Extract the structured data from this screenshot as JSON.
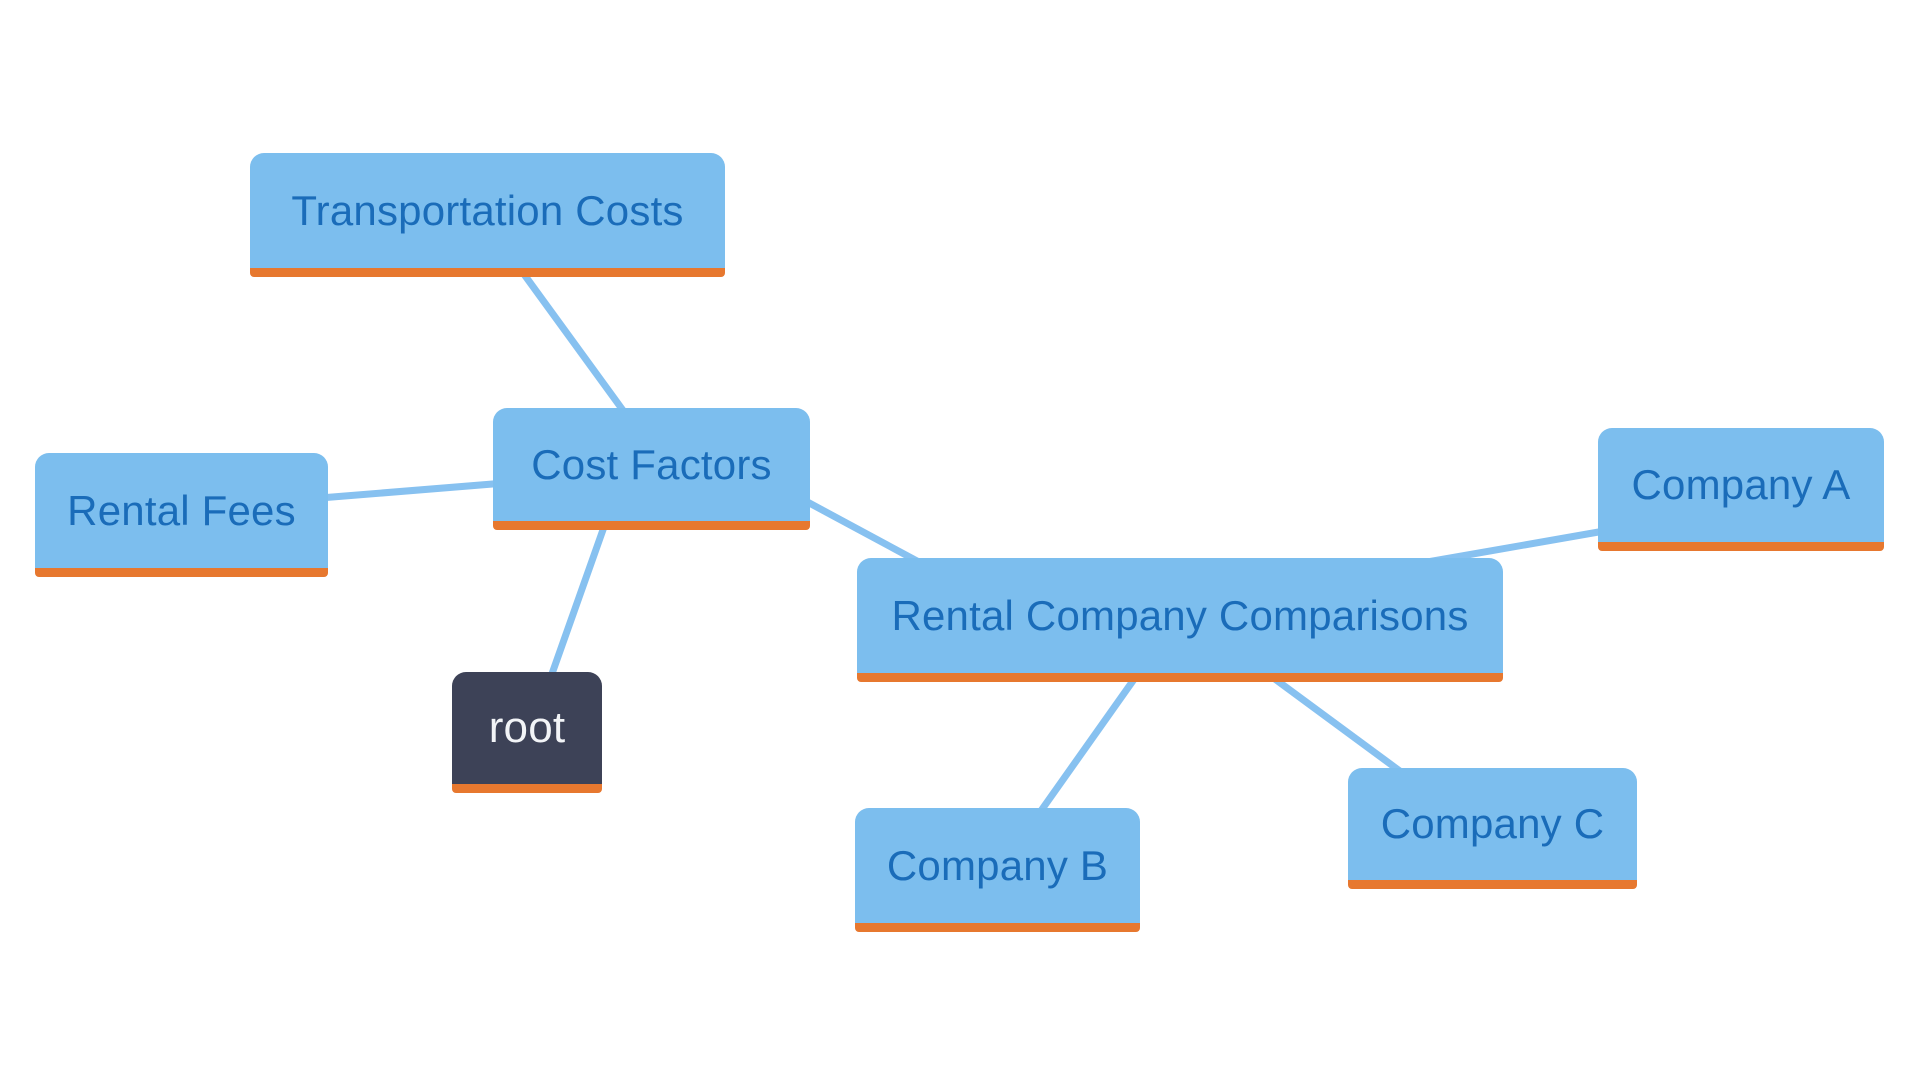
{
  "diagram": {
    "type": "mindmap",
    "background_color": "#ffffff",
    "colors": {
      "node_fill": "#7cbeee",
      "node_text": "#1a6cb9",
      "node_underline": "#e7782f",
      "root_fill": "#3d4257",
      "root_text": "#f2f4f7",
      "edge": "#87c1f0"
    },
    "nodes": [
      {
        "id": "transportation-costs",
        "label": "Transportation Costs",
        "type": "topic"
      },
      {
        "id": "rental-fees",
        "label": "Rental Fees",
        "type": "topic"
      },
      {
        "id": "cost-factors",
        "label": "Cost Factors",
        "type": "topic"
      },
      {
        "id": "root",
        "label": "root",
        "type": "root"
      },
      {
        "id": "rental-company-comparisons",
        "label": "Rental Company Comparisons",
        "type": "topic"
      },
      {
        "id": "company-a",
        "label": "Company A",
        "type": "topic"
      },
      {
        "id": "company-b",
        "label": "Company B",
        "type": "topic"
      },
      {
        "id": "company-c",
        "label": "Company C",
        "type": "topic"
      }
    ],
    "edges": [
      {
        "from": "cost-factors",
        "to": "transportation-costs"
      },
      {
        "from": "cost-factors",
        "to": "rental-fees"
      },
      {
        "from": "root",
        "to": "cost-factors"
      },
      {
        "from": "cost-factors",
        "to": "rental-company-comparisons"
      },
      {
        "from": "rental-company-comparisons",
        "to": "company-a"
      },
      {
        "from": "rental-company-comparisons",
        "to": "company-b"
      },
      {
        "from": "rental-company-comparisons",
        "to": "company-c"
      }
    ]
  }
}
